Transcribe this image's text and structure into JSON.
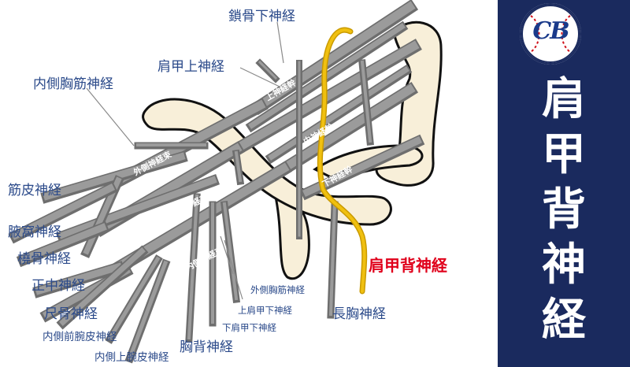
{
  "colors": {
    "bone": "#f8efd9",
    "nerve": "#9b9b9b",
    "highlight_nerve": "#f0c010",
    "label": "#2b4a8a",
    "highlight_label": "#e0001b",
    "panel": "#1a2a5e"
  },
  "title": {
    "chars": [
      "肩",
      "甲",
      "背",
      "神",
      "経"
    ]
  },
  "logo": {
    "text": "CB",
    "icon": "baseball-icon"
  },
  "labels": {
    "subclavian": "鎖骨下神経",
    "suprascapular": "肩甲上神経",
    "medial_pectoral": "内側胸筋神経",
    "musculocutaneous": "筋皮神経",
    "axillary": "腋窩神経",
    "radial": "橈骨神経",
    "median": "正中神経",
    "ulnar": "尺骨神経",
    "medial_antebrachial": "内側前腕皮神経",
    "medial_brachial": "内側上腕皮神経",
    "thoracodorsal": "胸背神経",
    "lateral_pectoral": "外側胸筋神経",
    "upper_subscapular": "上肩甲下神経",
    "lower_subscapular": "下肩甲下神経",
    "long_thoracic": "長胸神経",
    "dorsal_scapular": "肩甲背神経"
  },
  "tags": {
    "upper_trunk": "上神経幹",
    "middle_trunk": "中神経幹",
    "lower_trunk": "下神経幹",
    "lateral_cord": "外側神経束",
    "posterior_cord": "後神経束",
    "medial_cord": "内側神経束"
  }
}
